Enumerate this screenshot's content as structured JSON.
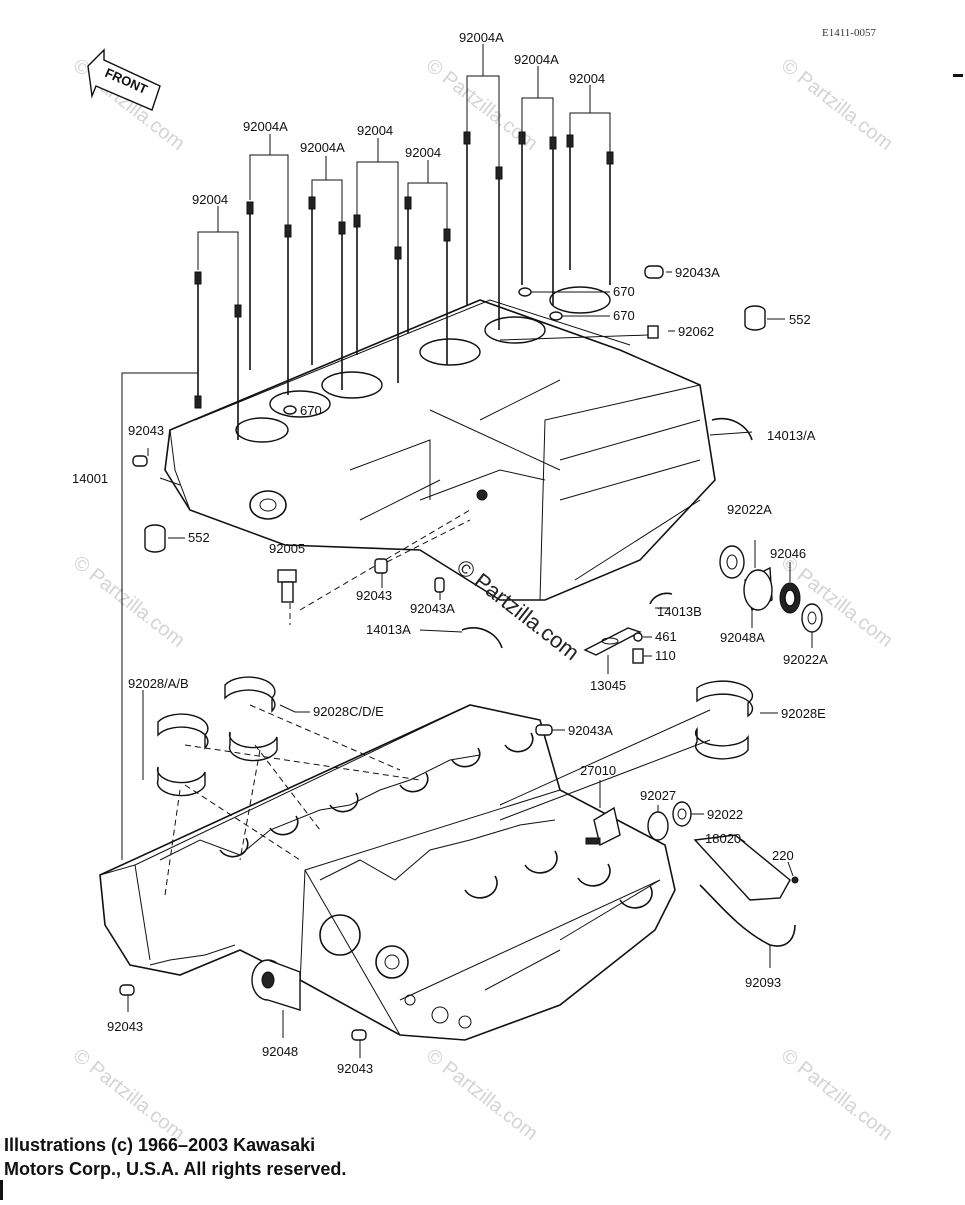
{
  "drawing_code": "E1411-0057",
  "front_arrow_label": "FRONT",
  "watermark_text": "© Partzilla.com",
  "center_watermark": "© Partzilla.com",
  "copyright": {
    "line1": "Illustrations (c) 1966–2003 Kawasaki",
    "line2": "Motors Corp., U.S.A.  All rights reserved."
  },
  "callouts": {
    "c92004A_top": "92004A",
    "c92004A_2": "92004A",
    "c92004_1": "92004",
    "c92004A_3": "92004A",
    "c92004_2": "92004",
    "c92004A_4": "92004A",
    "c92004_3": "92004",
    "c92004_4": "92004",
    "c92043A_1": "92043A",
    "c670_1": "670",
    "c670_2": "670",
    "c670_3": "670",
    "c92062": "92062",
    "c552_1": "552",
    "c552_2": "552",
    "c14013A_1": "14013/A",
    "c92043_1": "92043",
    "c14001": "14001",
    "c92022A_1": "92022A",
    "c92046": "92046",
    "c92005": "92005",
    "c92043_2": "92043",
    "c92043A_2": "92043A",
    "c14013B": "14013B",
    "c92048A": "92048A",
    "c92022A_2": "92022A",
    "c14013A_2": "14013A",
    "c461": "461",
    "c110": "110",
    "c13045": "13045",
    "c92028AB": "92028/A/B",
    "c92028CDE": "92028C/D/E",
    "c92043A_3": "92043A",
    "c92028E": "92028E",
    "c27010": "27010",
    "c92027": "92027",
    "c92022": "92022",
    "c18020": "18020",
    "c220": "220",
    "c92093": "92093",
    "c92043_3": "92043",
    "c92048": "92048",
    "c92043_4": "92043"
  }
}
